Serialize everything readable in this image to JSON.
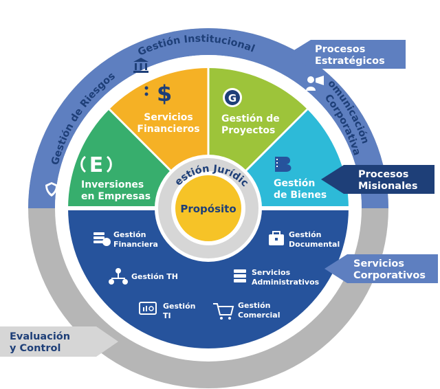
{
  "colors": {
    "outer_ring": "#5e7fc0",
    "inner_blue": "#26539c",
    "gray_ring": "#b6b6b6",
    "financieros": "#f5b125",
    "proyectos": "#9dc43a",
    "bienes": "#2dbad8",
    "empresas": "#37ae6d",
    "proposito": "#f6c327",
    "juridica": "#d6d6d6"
  },
  "ring": {
    "institucional": "Gestión Institucional",
    "riesgos": "Gestión de Riesgos",
    "comunicacion_1": "Comunicación",
    "comunicacion_2": "Corporativa",
    "juridica": "Gestión Jurídica"
  },
  "center": {
    "label": "Propósito"
  },
  "misionales": {
    "financieros_1": "Servicios",
    "financieros_2": "Financieros",
    "proyectos_1": "Gestión de",
    "proyectos_2": "Proyectos",
    "bienes_1": "Gestión",
    "bienes_2": "de Bienes",
    "empresas_1": "Inversiones",
    "empresas_2": "en Empresas"
  },
  "corporativos": {
    "financiera_1": "Gestión",
    "financiera_2": "Financiera",
    "documental_1": "Gestión",
    "documental_2": "Documental",
    "th": "Gestión TH",
    "admin_1": "Servicios",
    "admin_2": "Administrativos",
    "ti_1": "Gestión",
    "ti_2": "TI",
    "comercial_1": "Gestión",
    "comercial_2": "Comercial"
  },
  "tags": {
    "estrategicos_1": "Procesos",
    "estrategicos_2": "Estratégicos",
    "misionales_1": "Procesos",
    "misionales_2": "Misionales",
    "servicios_1": "Servicios",
    "servicios_2": "Corporativos",
    "evaluacion_1": "Evaluación",
    "evaluacion_2": "y Control"
  }
}
